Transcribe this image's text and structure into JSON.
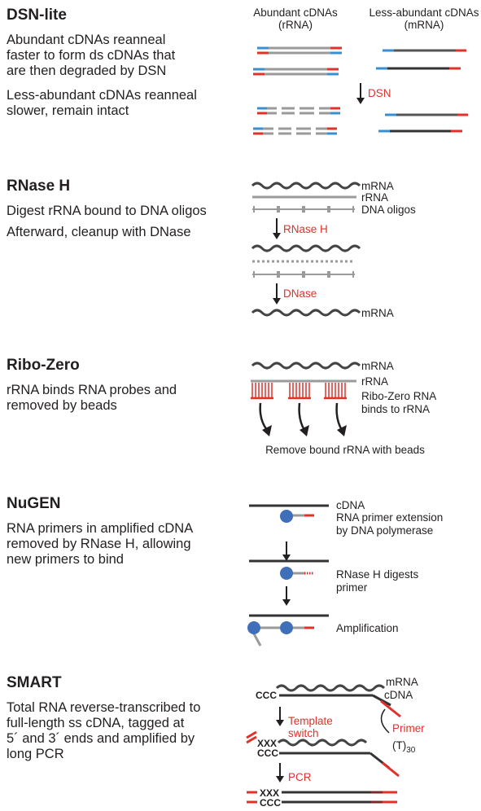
{
  "colors": {
    "red": "#e0312b",
    "blue": "#3a8fd0",
    "bead": "#3f6fb8",
    "grey": "#9a9a9a",
    "dark": "#333333"
  },
  "dsn": {
    "title": "DSN-lite",
    "desc1": "Abundant cDNAs reanneal\nfaster to form ds cDNAs that\nare then degraded by DSN",
    "desc2": "Less-abundant cDNAs reanneal\nslower, remain intact",
    "col1": [
      "Abundant cDNAs",
      "(rRNA)"
    ],
    "col2": [
      "Less-abundant cDNAs",
      "(mRNA)"
    ],
    "enzyme": "DSN"
  },
  "rnaseh": {
    "title": "RNase H",
    "desc1": "Digest rRNA bound to DNA oligos",
    "desc2": "Afterward, cleanup with DNase",
    "labels": [
      "mRNA",
      "rRNA",
      "DNA oligos",
      "mRNA"
    ],
    "step1": "RNase H",
    "step2": "DNase"
  },
  "ribozero": {
    "title": "Ribo-Zero",
    "desc": "rRNA binds RNA probes and\nremoved by beads",
    "labels": [
      "mRNA",
      "rRNA",
      "Ribo-Zero RNA",
      "binds to rRNA"
    ],
    "caption": "Remove bound rRNA with beads"
  },
  "nugen": {
    "title": "NuGEN",
    "desc": "RNA primers in amplified cDNA\nremoved by RNase H, allowing\nnew primers to bind",
    "labels": [
      "cDNA",
      "RNA primer extension",
      "by DNA polymerase",
      "RNase H digests",
      "primer",
      "Amplification"
    ]
  },
  "smart": {
    "title": "SMART",
    "desc": "Total RNA reverse-transcribed to\nfull-length ss cDNA, tagged at\n5´ and 3´ ends and amplified by\nlong PCR",
    "labels": [
      "mRNA",
      "cDNA"
    ],
    "primer": "Primer",
    "polyT": "(T)",
    "polyT_sub": "30",
    "step1": [
      "Template",
      "switch"
    ],
    "step2": "PCR",
    "ccc": "CCC",
    "xxx": "XXX"
  }
}
